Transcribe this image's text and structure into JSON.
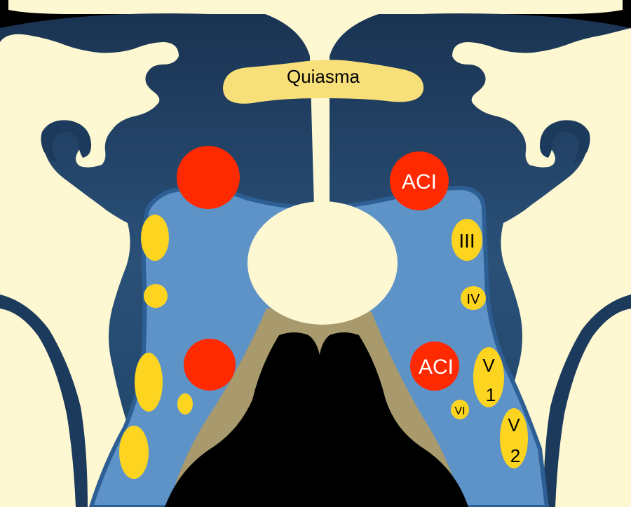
{
  "colors": {
    "background": "#000000",
    "cream": "#fdf8d2",
    "dark_blue": "#1c3a5c",
    "sinus_blue": "#5e93c8",
    "sinus_edge": "#2d5f95",
    "bone": "#a89a6c",
    "artery_red": "#ff2a00",
    "nerve_yellow": "#fdd520",
    "chiasm_yellow": "#f7df7a"
  },
  "labels": {
    "chiasm": "Quiasma",
    "aci_upper": "ACI",
    "aci_lower": "ACI",
    "nerve_iii": "III",
    "nerve_iv": "IV",
    "nerve_v1_a": "V",
    "nerve_v1_b": "1",
    "nerve_vi": "VI",
    "nerve_v2_a": "V",
    "nerve_v2_b": "2"
  }
}
